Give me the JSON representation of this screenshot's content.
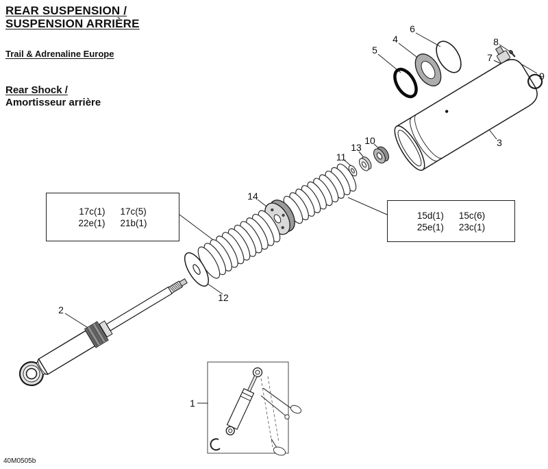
{
  "doc": {
    "title_line1": "REAR SUSPENSION /",
    "title_line2": "SUSPENSION ARRIÈRE",
    "model_line": "Trail & Adrenaline Europe",
    "section_line1": "Rear Shock /",
    "section_line2": "Amortisseur arrière",
    "code": "40M0505b"
  },
  "colors": {
    "line": "#1c1c1c",
    "background": "#ffffff"
  },
  "callouts": {
    "c1": "1",
    "c2": "2",
    "c3": "3",
    "c4": "4",
    "c5": "5",
    "c6": "6",
    "c7": "7",
    "c8": "8",
    "c9": "9",
    "c10": "10",
    "c11": "11",
    "c12": "12",
    "c13": "13",
    "c14": "14"
  },
  "part_boxes": {
    "left": {
      "r1c1": "17c(1)",
      "r1c2": "17c(5)",
      "r2c1": "22e(1)",
      "r2c2": "21b(1)"
    },
    "right": {
      "r1c1": "15d(1)",
      "r1c2": "15c(6)",
      "r2c1": "25e(1)",
      "r2c2": "23c(1)"
    }
  }
}
